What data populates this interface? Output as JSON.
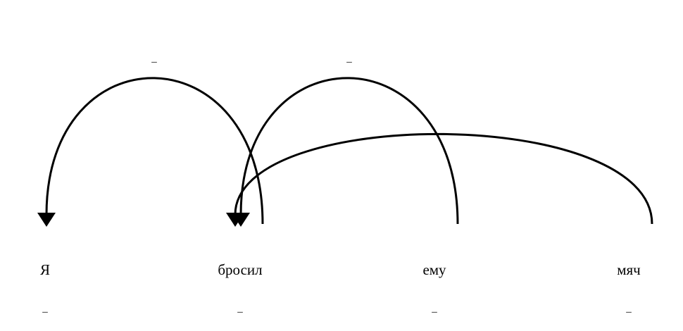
{
  "words": [
    {
      "text": "Я",
      "tag": "_"
    },
    {
      "text": "бросил",
      "tag": "_"
    },
    {
      "text": "ему",
      "tag": "_"
    },
    {
      "text": "мяч",
      "tag": "_"
    }
  ],
  "arcs": [
    {
      "from": 1,
      "to": 0,
      "label": "_"
    },
    {
      "from": 2,
      "to": 1,
      "label": "_"
    },
    {
      "from": 3,
      "to": 1,
      "label": "_"
    }
  ],
  "colors": {
    "stroke": "#000000",
    "background": "#ffffff"
  }
}
